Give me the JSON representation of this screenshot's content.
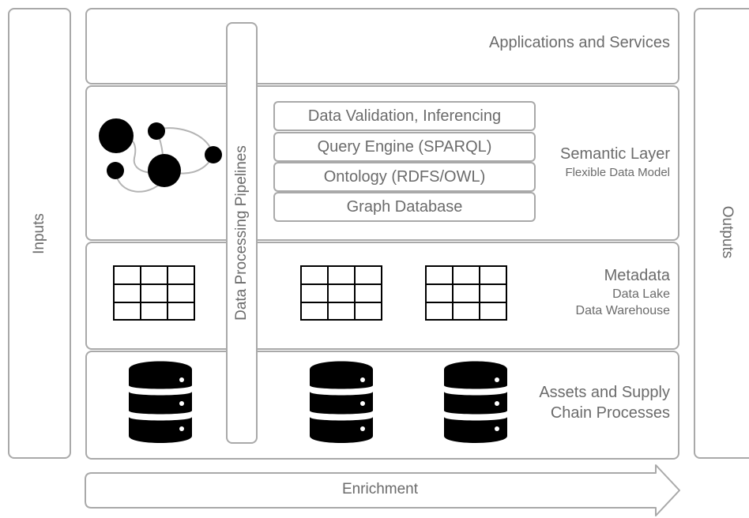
{
  "side": {
    "inputs": "Inputs",
    "outputs": "Outputs"
  },
  "pipelines": "Data Processing Pipelines",
  "layers": {
    "applications": {
      "title": "Applications and Services"
    },
    "semantic": {
      "title": "Semantic Layer",
      "subtitle": "Flexible Data Model"
    },
    "metadata": {
      "title": "Metadata",
      "line1": "Data Lake",
      "line2": "Data Warehouse"
    },
    "assets": {
      "line1": "Assets and Supply",
      "line2": "Chain Processes"
    }
  },
  "stack": [
    "Data Validation, Inferencing",
    "Query Engine (SPARQL)",
    "Ontology (RDFS/OWL)",
    "Graph Database"
  ],
  "arrow": {
    "label": "Enrichment"
  },
  "icons": {
    "graph": "graph-network-icon",
    "table": "table-grid-icon",
    "database": "database-icon"
  }
}
